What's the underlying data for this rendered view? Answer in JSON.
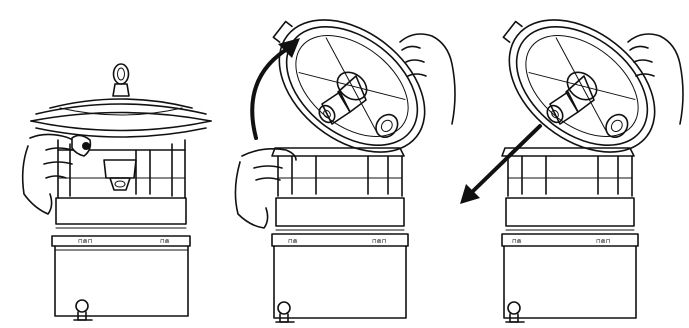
{
  "figure": {
    "panels": [
      {
        "name": "step-1",
        "band_left": "⊓⋒⊓",
        "band_right": "⊓⋒"
      },
      {
        "name": "step-2",
        "band_left": "⊓⋒",
        "band_right": "⊓⋒⊓"
      },
      {
        "name": "step-3",
        "band_left": "⊓⋒",
        "band_right": "⊓⋒⊓"
      }
    ],
    "arrows": [
      {
        "name": "lift-lid",
        "direction": "curved-up-right"
      },
      {
        "name": "remove-cone",
        "direction": "down-left"
      }
    ]
  }
}
